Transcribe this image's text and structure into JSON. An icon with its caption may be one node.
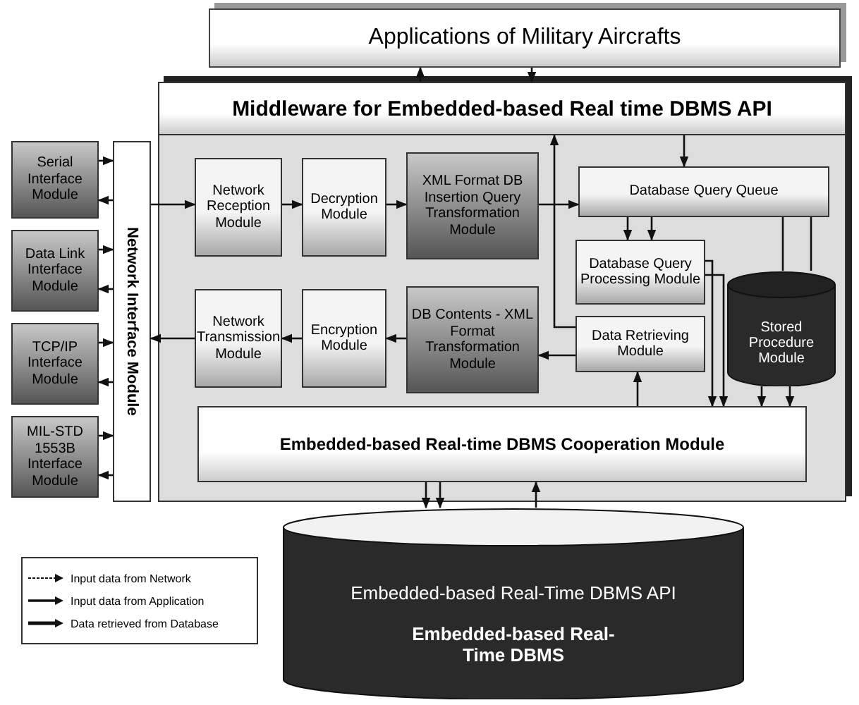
{
  "diagram": {
    "nodes": [
      {
        "text": [
          "Applications of Military Aircrafts"
        ]
      },
      {
        "text": [
          "Middleware for Embedded-based Real time DBMS API"
        ]
      },
      {
        "text": [
          "Serial Interface Module"
        ]
      },
      {
        "text": [
          "Data Link Interface Module"
        ]
      },
      {
        "text": [
          "TCP/IP Interface Module"
        ]
      },
      {
        "text": [
          "MIL-STD 1553B Interface Module"
        ]
      },
      {
        "text": [
          "Network Interface Module"
        ]
      },
      {
        "text": [
          "Network Reception Module"
        ]
      },
      {
        "text": [
          "Decryption Module"
        ]
      },
      {
        "text": [
          "XML Format DB Insertion Query Transformation Module"
        ]
      },
      {
        "text": [
          "Database Query Queue"
        ]
      },
      {
        "text": [
          "Database Query Processing Module"
        ]
      },
      {
        "text": [
          "Stored Procedure Module"
        ]
      },
      {
        "text": [
          "Network Transmission Module"
        ]
      },
      {
        "text": [
          "Encryption Module"
        ]
      },
      {
        "text": [
          "DB Contents - XML Format Transformation Module"
        ]
      },
      {
        "text": [
          "Data Retrieving Module"
        ]
      },
      {
        "text": [
          "Embedded-based Real-time DBMS Cooperation Module"
        ]
      },
      {
        "text": [
          "Embedded-based Real-Time DBMS API",
          "Embedded-based Real-Time DBMS"
        ]
      }
    ],
    "edges": [
      {
        "from": 1,
        "to": 0,
        "arrow": "to"
      },
      {
        "from": 0,
        "to": 1,
        "arrow": "to"
      },
      {
        "from": 1,
        "to": 10,
        "arrow": "to"
      },
      {
        "from": 16,
        "to": 1,
        "arrow": "to"
      },
      {
        "from": 2,
        "to": 6,
        "arrow": "to"
      },
      {
        "from": 6,
        "to": 2,
        "arrow": "to"
      },
      {
        "from": 3,
        "to": 6,
        "arrow": "to"
      },
      {
        "from": 6,
        "to": 3,
        "arrow": "to"
      },
      {
        "from": 4,
        "to": 6,
        "arrow": "to"
      },
      {
        "from": 6,
        "to": 4,
        "arrow": "to"
      },
      {
        "from": 5,
        "to": 6,
        "arrow": "to"
      },
      {
        "from": 6,
        "to": 5,
        "arrow": "to"
      },
      {
        "from": 6,
        "to": 7,
        "arrow": "to"
      },
      {
        "from": 7,
        "to": 8,
        "arrow": "to"
      },
      {
        "from": 8,
        "to": 9,
        "arrow": "to"
      },
      {
        "from": 9,
        "to": 10,
        "arrow": "to"
      },
      {
        "from": 15,
        "to": 14,
        "arrow": "to"
      },
      {
        "from": 14,
        "to": 13,
        "arrow": "to"
      },
      {
        "from": 13,
        "to": 6,
        "arrow": "to"
      },
      {
        "from": 10,
        "to": 11,
        "arrow": "to"
      },
      {
        "from": 10,
        "to": 11,
        "arrow": "to"
      },
      {
        "from": 11,
        "to": 17,
        "arrow": "to"
      },
      {
        "from": 11,
        "to": 17,
        "arrow": "to"
      },
      {
        "from": 10,
        "to": 12,
        "arrow": "none"
      },
      {
        "from": 10,
        "to": 12,
        "arrow": "none"
      },
      {
        "from": 12,
        "to": 17,
        "arrow": "to"
      },
      {
        "from": 12,
        "to": 17,
        "arrow": "to"
      },
      {
        "from": 17,
        "to": 16,
        "arrow": "to"
      },
      {
        "from": 16,
        "to": 15,
        "arrow": "to"
      },
      {
        "from": 17,
        "to": 18,
        "arrow": "to"
      },
      {
        "from": 17,
        "to": 18,
        "arrow": "to"
      },
      {
        "from": 18,
        "to": 17,
        "arrow": "to"
      }
    ],
    "legend": [
      {
        "text": "Input data from Network"
      },
      {
        "text": "Input data from Application"
      },
      {
        "text": "Data retrieved from Database"
      }
    ]
  }
}
